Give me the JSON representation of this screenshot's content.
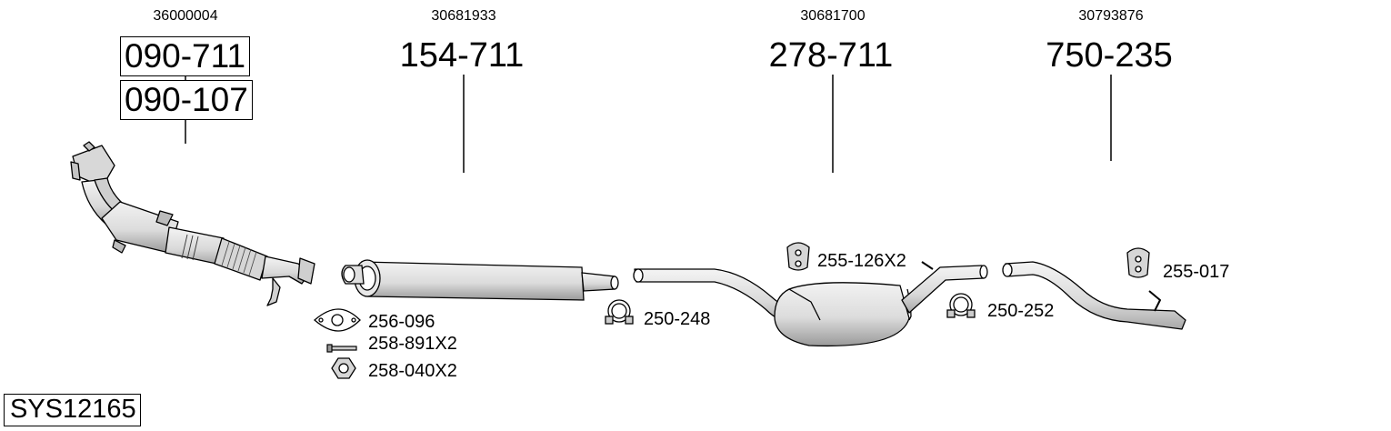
{
  "oe_numbers": [
    "36000004",
    "30681933",
    "30681700",
    "30793876"
  ],
  "parts": {
    "front_pipe_top": "090-711",
    "front_pipe_bottom": "090-107",
    "middle_silencer": "154-711",
    "rear_silencer": "278-711",
    "tail_pipe": "750-235"
  },
  "accessories": {
    "gasket": "256-096",
    "bolt": "258-891X2",
    "nut": "258-040X2",
    "clamp_1": "250-248",
    "rubber_mount_1": "255-126X2",
    "clamp_2": "250-252",
    "rubber_mount_2": "255-017"
  },
  "system_code": "SYS12165",
  "colors": {
    "line": "#000000",
    "part_fill": "#e6e6e6",
    "part_shade": "#bdbdbd",
    "background": "#ffffff"
  }
}
